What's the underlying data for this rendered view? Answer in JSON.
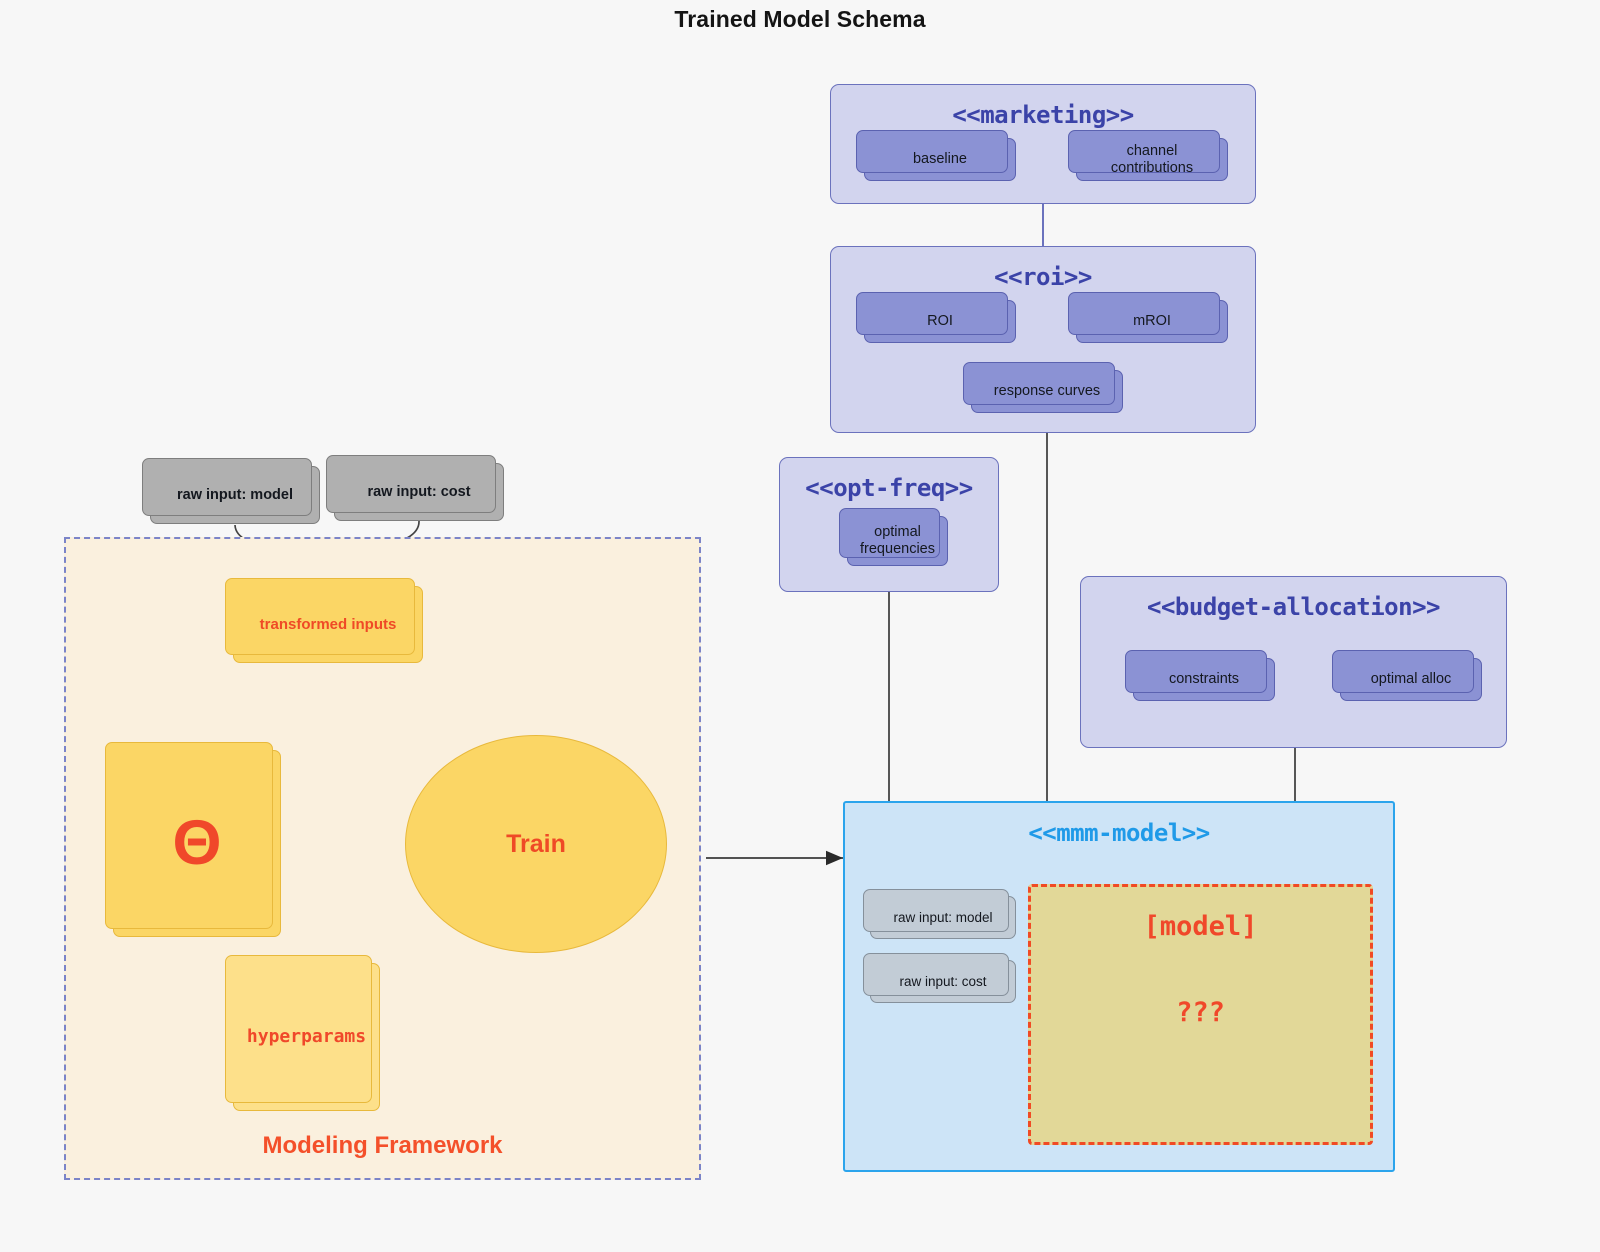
{
  "page": {
    "title": "Trained Model Schema",
    "background": "#f7f7f7"
  },
  "colors": {
    "package_fill": "#d2d4ee",
    "package_stroke": "#6b72bd",
    "package_title": "#3b43a8",
    "card_purple": "#8b92d4",
    "card_purple_stroke": "#5b62b0",
    "card_gray": "#b0b0b0",
    "card_gray_stroke": "#7e7e7e",
    "mmm_fill": "#cde4f7",
    "mmm_stroke": "#2ba4ec",
    "mmm_title": "#1f9ae8",
    "framework_fill": "#faf0de",
    "framework_stroke": "#7b84c8",
    "yellow_fill": "#fbd665",
    "yellow_stroke": "#e8b93c",
    "accent_red": "#f0482a",
    "model_fill": "#e2d898",
    "model_stroke": "#f14a24"
  },
  "packages": {
    "marketing": {
      "title": "<<marketing>>",
      "nodes": [
        {
          "label": "baseline"
        },
        {
          "label": "channel contributions"
        }
      ]
    },
    "roi": {
      "title": "<<roi>>",
      "nodes": [
        {
          "label": "ROI"
        },
        {
          "label": "mROI"
        },
        {
          "label": "response curves"
        }
      ]
    },
    "opt_freq": {
      "title": "<<opt-freq>>",
      "nodes": [
        {
          "label": "optimal\nfrequencies",
          "line1": "optimal",
          "line2": "frequencies"
        }
      ]
    },
    "budget_allocation": {
      "title": "<<budget-allocation>>",
      "nodes": [
        {
          "label": "constraints"
        },
        {
          "label": "optimal alloc"
        }
      ]
    },
    "mmm_model": {
      "title": "<<mmm-model>>",
      "nodes": [
        {
          "label": "raw input: model"
        },
        {
          "label": "raw input: cost"
        }
      ],
      "placeholder": {
        "title": "[model]",
        "question": "???"
      }
    }
  },
  "framework": {
    "label": "Modeling Framework",
    "external_inputs": [
      {
        "label": "raw input: model"
      },
      {
        "label": "raw input: cost"
      }
    ],
    "nodes": [
      {
        "label": "transformed inputs"
      },
      {
        "label": "Θ"
      },
      {
        "label": "hyperparams"
      }
    ],
    "process": {
      "label": "Train"
    }
  }
}
